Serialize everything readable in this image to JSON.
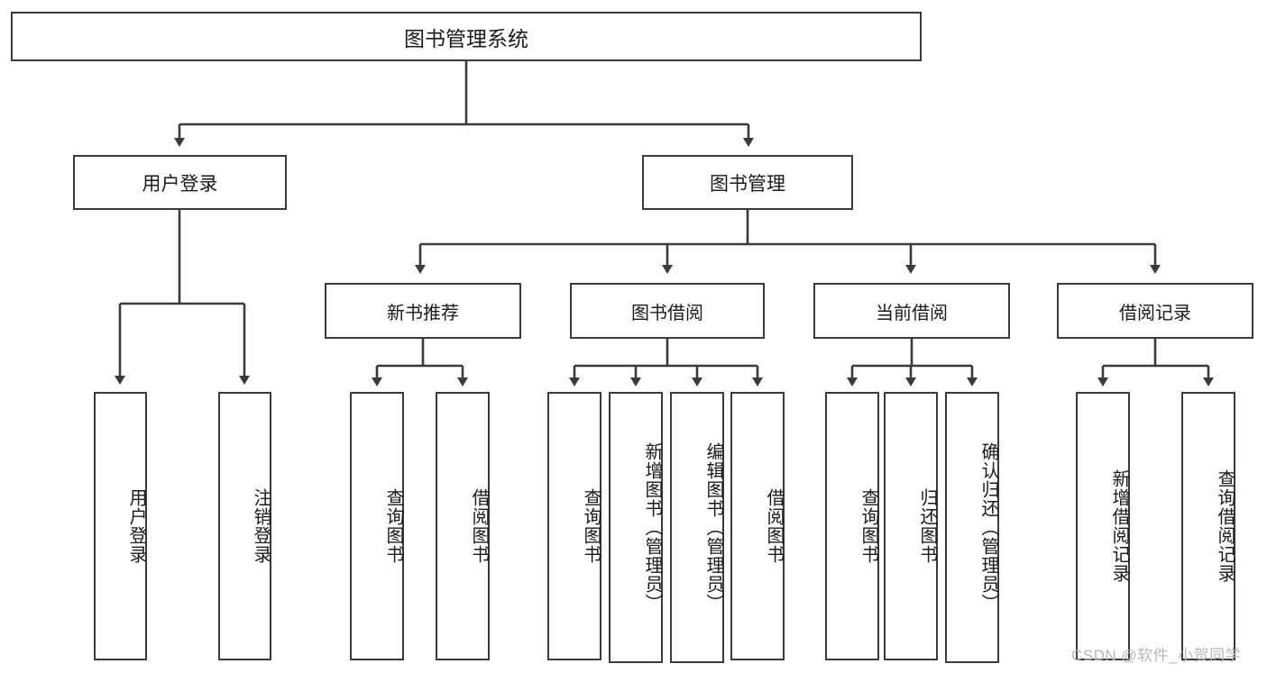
{
  "diagram": {
    "type": "tree",
    "title": "图书管理系统",
    "watermark": "CSDN @软件_小贺同学",
    "colors": {
      "box_border": "#3a3a3a",
      "box_fill": "#ffffff",
      "edge": "#3a3a3a",
      "text": "#1a1a1a",
      "watermark": "#b8b8b8"
    },
    "root": {
      "label": "图书管理系统"
    },
    "level1": [
      {
        "label": "用户登录"
      },
      {
        "label": "图书管理"
      }
    ],
    "level2": [
      {
        "label": "新书推荐"
      },
      {
        "label": "图书借阅"
      },
      {
        "label": "当前借阅"
      },
      {
        "label": "借阅记录"
      }
    ],
    "leaves": {
      "user_login": [
        {
          "label": "用户登录"
        },
        {
          "label": "注销登录"
        }
      ],
      "new_book_recommend": [
        {
          "label": "查询图书"
        },
        {
          "label": "借阅图书"
        }
      ],
      "book_borrow": [
        {
          "label": "查询图书"
        },
        {
          "label": "新增图书（管理员）"
        },
        {
          "label": "编辑图书（管理员）"
        },
        {
          "label": "借阅图书"
        }
      ],
      "current_borrow": [
        {
          "label": "查询图书"
        },
        {
          "label": "归还图书"
        },
        {
          "label": "确认归还（管理员）"
        }
      ],
      "borrow_record": [
        {
          "label": "新增借阅记录"
        },
        {
          "label": "查询借阅记录"
        }
      ]
    }
  }
}
